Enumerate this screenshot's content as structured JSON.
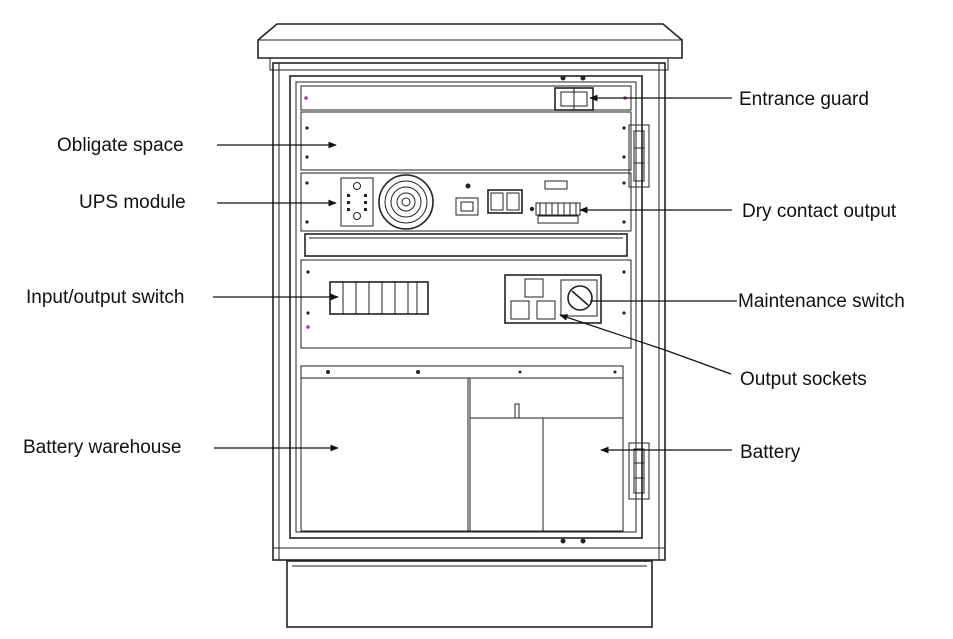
{
  "labels": {
    "entrance_guard": "Entrance guard",
    "obligate_space": "Obligate space",
    "ups_module": "UPS module",
    "dry_contact_output": "Dry contact output",
    "input_output_switch": "Input/output switch",
    "maintenance_switch": "Maintenance switch",
    "output_sockets": "Output sockets",
    "battery_warehouse": "Battery warehouse",
    "battery": "Battery"
  },
  "colors": {
    "line": "#222222",
    "hinge_marker": "#b030b0",
    "background": "#ffffff"
  }
}
